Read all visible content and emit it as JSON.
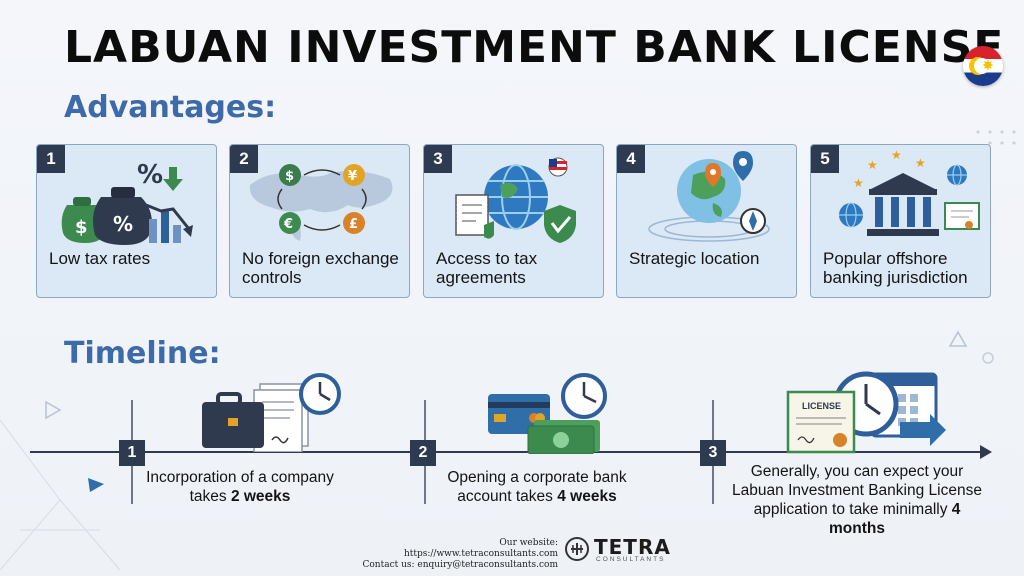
{
  "title": "LABUAN INVESTMENT BANK LICENSE",
  "advantages_heading": "Advantages:",
  "timeline_heading": "Timeline:",
  "advantages": [
    {
      "number": "1",
      "label": "Low tax rates"
    },
    {
      "number": "2",
      "label": "No foreign exchange controls"
    },
    {
      "number": "3",
      "label": "Access to tax agreements"
    },
    {
      "number": "4",
      "label": "Strategic location"
    },
    {
      "number": "5",
      "label": "Popular offshore banking jurisdiction"
    }
  ],
  "timeline": [
    {
      "number": "1",
      "text_before": "Incorporation of a company takes ",
      "highlight": "2 weeks"
    },
    {
      "number": "2",
      "text_before": "Opening a corporate bank account takes ",
      "highlight": "4 weeks"
    },
    {
      "number": "3",
      "text_before": "Generally, you can expect your Labuan Investment Banking License application to take minimally ",
      "highlight": "4 months"
    }
  ],
  "license_card_label": "LICENSE",
  "footer": {
    "website": "Our website: https://www.tetraconsultants.com",
    "contact": "Contact us: enquiry@tetraconsultants.com",
    "logo_word": "TETRA",
    "logo_sub": "CONSULTANTS"
  },
  "colors": {
    "heading_blue": "#3d6aa8",
    "card_fill": "#dbe8f5",
    "badge_dark": "#2e3a4f"
  }
}
